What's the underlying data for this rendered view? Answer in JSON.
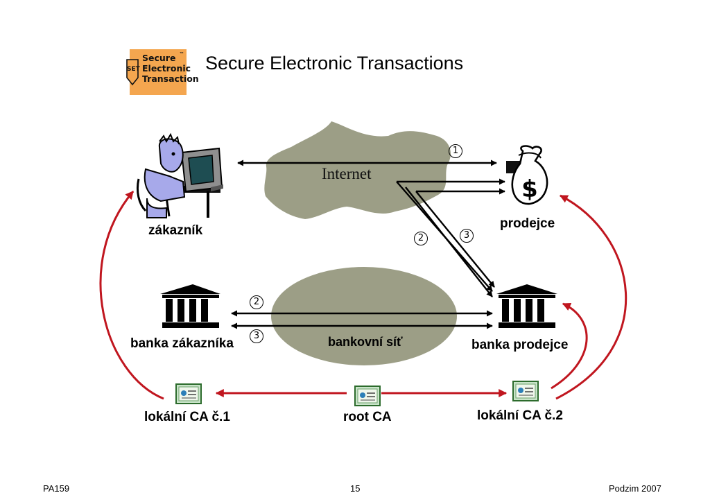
{
  "header": {
    "title": "Secure Electronic Transactions",
    "logo": {
      "mark": "SET",
      "lines": [
        "Secure",
        "Electronic",
        "Transaction"
      ],
      "tm": "™",
      "color": "#f4a64f"
    }
  },
  "nodes": {
    "customer": "zákazník",
    "merchant": "prodejce",
    "customer_bank": "banka zákazníka",
    "merchant_bank": "banka prodejce",
    "local_ca_1": "lokální CA č.1",
    "root_ca": "root CA",
    "local_ca_2": "lokální CA č.2"
  },
  "networks": {
    "internet": "Internet",
    "bank_network": "bankovní síť"
  },
  "steps": {
    "one": "1",
    "two": "2",
    "three": "3",
    "two_bank": "2",
    "three_bank": "3"
  },
  "icons": {
    "customer": "person-at-computer-icon",
    "merchant": "money-bag-icon",
    "bank": "bank-building-icon",
    "certificate": "certificate-icon",
    "money_symbol": "$"
  },
  "colors": {
    "cloud": "#9c9e86",
    "certificate_arrows": "#c0161f",
    "flow_arrows": "#000000"
  },
  "footer": {
    "course": "PA159",
    "page": "15",
    "term": "Podzim 2007"
  }
}
